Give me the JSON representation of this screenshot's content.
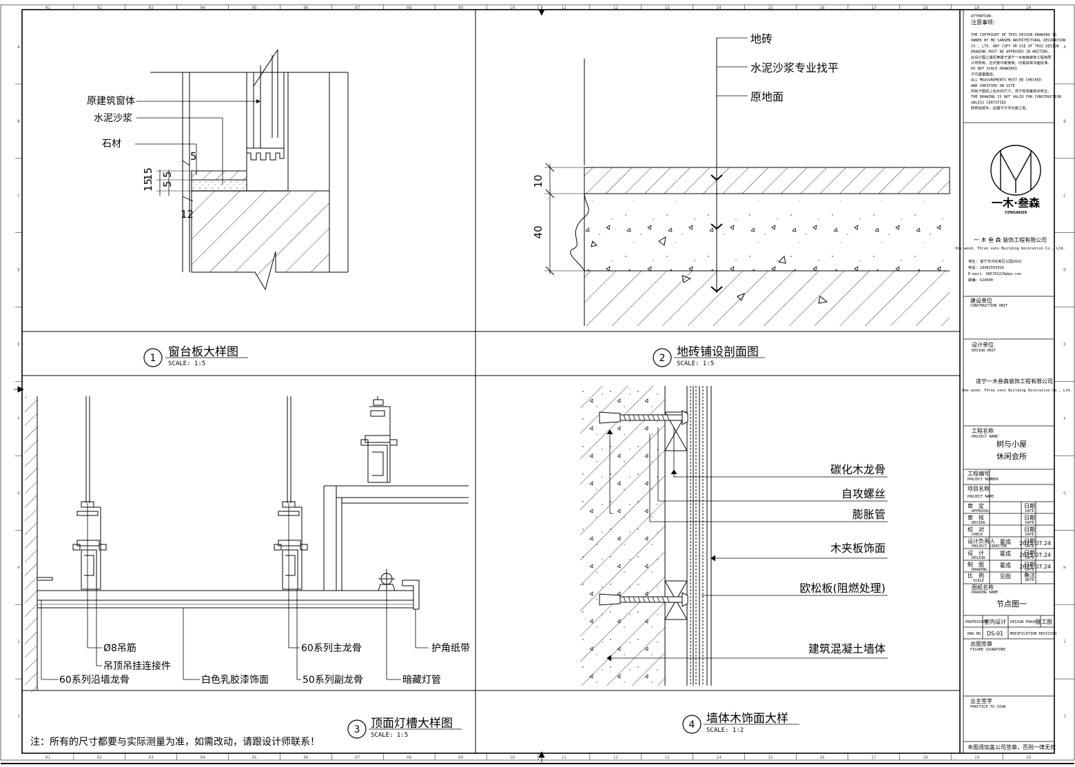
{
  "panels": [
    {
      "number": "1",
      "title": "窗台板大样图",
      "scale": "SCALE: 1:5"
    },
    {
      "number": "2",
      "title": "地砖铺设剖面图",
      "scale": "SCALE: 1:5"
    },
    {
      "number": "3",
      "title": "顶面灯槽大样图",
      "scale": "SCALE: 1:5"
    },
    {
      "number": "4",
      "title": "墙体木饰面大样",
      "scale": "SCALE: 1:2"
    }
  ],
  "detail1": {
    "labels": [
      "原建筑窗体",
      "水泥沙浆",
      "石材"
    ],
    "dims": [
      "5",
      "15",
      "5",
      "15",
      "5",
      "12"
    ]
  },
  "detail2": {
    "labels": [
      "地砖",
      "水泥沙浆专业找平",
      "原地面"
    ],
    "dims": [
      "10",
      "40"
    ]
  },
  "detail3": {
    "labels": [
      "Ø8吊筋",
      "吊顶吊挂连接件",
      "60系列沿墙龙骨",
      "白色乳胶漆饰面",
      "60系列主龙骨",
      "50系列副龙骨",
      "暗藏灯管",
      "护角纸带"
    ]
  },
  "detail4": {
    "labels": [
      "碳化木龙骨",
      "自攻螺丝",
      "膨胀管",
      "木夹板饰面",
      "欧松板(阻燃处理)",
      "建筑混凝土墙体"
    ]
  },
  "note": "注：所有的尺寸都要与实际测量为准，如需改动，请跟设计师联系！",
  "grid": {
    "cols": [
      "01",
      "02",
      "03",
      "04",
      "05",
      "06",
      "07",
      "08",
      "09",
      "10",
      "11",
      "12",
      "13",
      "14",
      "15",
      "16",
      "17",
      "18",
      "19",
      "20"
    ],
    "rows": [
      "A",
      "B",
      "C",
      "D",
      "E",
      "F",
      "G",
      "H",
      "I",
      "J"
    ]
  },
  "titleblock": {
    "attention_title": "ATTENTION:",
    "attention_cn": "注意事项:",
    "attention_lines": [
      "THE COPYRIGHT OF THIS DESIGN DRAWING IS",
      "OWNED BY MU SANSEN ARCHITECTURAL DECORATION",
      "CO., LTD. ANY COPY OR USE OF THIS DESIGN",
      "DRAWING MUST BE APPROVED IN WRITING.",
      "此设计图之版权隶属于遂宁一木叁森装饰工程有限",
      "公司所有，任何复印或使用，均需获得书面批准。",
      "DO NOT SCALE DRAWINGS",
      "不可度量图纸。",
      "ALL MEASUREMENTS MUST BE CHECKED",
      "AND VARIFIED ON SITE",
      "所有于图纸上标示的尺寸，须于现场量核并修正。",
      "THE DRAWING IS NOT VALID FOR CONSTRUCTION",
      "UNLESS CERTIFIED",
      "除有批核外，此图不可作为施工用。"
    ],
    "logo_cn": "一木·叁森",
    "logo_en": "YIMUSANSEN",
    "company_cn": "一 木 叁 森 装饰工程有限公司",
    "company_en": "One wood. Three sens Building Decoration Co., Ltd.",
    "contact_lines": [
      "地址: 遂宁市河东新区公园2022",
      "电话: 18982555016",
      "E-mail: 985703229@qq.com",
      "邮编: 629000"
    ],
    "construction_unit_cn": "建设单位",
    "construction_unit_en": "CONSTRUCTION UNIT",
    "design_unit_cn": "设计单位",
    "design_unit_en": "DESIGN UNIT",
    "design_company_cn": "遂宁一木叁森装饰工程有限公司",
    "design_company_en": "One wood. Three sens Building Decoration Co., Ltd.",
    "project_name_cn": "工程名称",
    "project_name_en": "PROJECT NAME",
    "project_name_1": "树与小屋",
    "project_name_2": "休闲会所",
    "project_number_cn": "工程编号",
    "project_number_en": "PROJECT NUMBER",
    "item_name_cn": "项目名称",
    "item_name_en": "PROJECT NAME",
    "rows": [
      {
        "cn": "审　定",
        "en": "APPROVAL",
        "name": "",
        "date": ""
      },
      {
        "cn": "审　核",
        "en": "REVIEW",
        "name": "",
        "date": ""
      },
      {
        "cn": "校　对",
        "en": "CHECK",
        "name": "",
        "date": ""
      },
      {
        "cn": "设计负责人",
        "en": "PROJECT DIRECTOR",
        "name": "霍成",
        "date": "2021.07.24"
      },
      {
        "cn": "设　计",
        "en": "DESIGN",
        "name": "霍成",
        "date": "2021.07.24"
      },
      {
        "cn": "制　图",
        "en": "DRAWING",
        "name": "霍成",
        "date": "2021.07.24"
      }
    ],
    "date_cn": "日期",
    "date_en": "DATE",
    "scale_cn": "比　例",
    "scale_en": "SCALE",
    "scale_value": "见图",
    "remark_cn": "备注",
    "remark_en": "NOTE",
    "drawing_name_cn": "图纸名称",
    "drawing_name_en": "DRAWING NAME",
    "drawing_name": "节点图一",
    "profession_en": "PROFESSION",
    "profession": "室内设计",
    "design_phase_en": "DESIGN PHASE",
    "design_phase": "施工图",
    "dwg_no_en": "DWG NO",
    "dwg_no": "DS-01",
    "revision_en": "MODIFICATION REVISION",
    "signature_cn": "总图签章",
    "signature_en": "FIGURE SIGNATURE",
    "owner_sign_cn": "业主签字",
    "owner_sign_en": "PRACTICE TO SIGN",
    "footer_note": "本图须加盖公司签章，否则一律无效"
  }
}
